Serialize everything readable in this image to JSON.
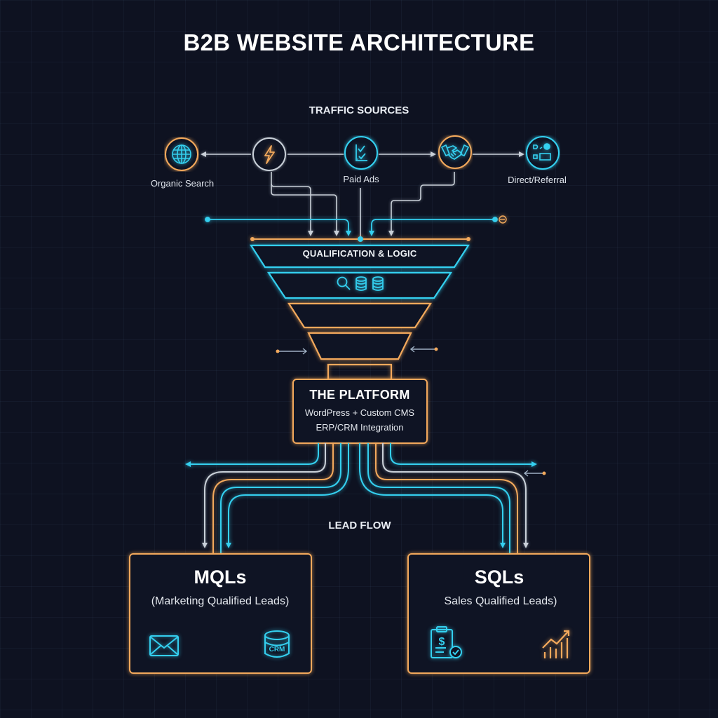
{
  "title": "B2B WEBSITE ARCHITECTURE",
  "traffic": {
    "heading": "TRAFFIC SOURCES",
    "sources": [
      {
        "label": "Organic Search",
        "icon": "globe-icon"
      },
      {
        "label": "",
        "icon": "lightning-icon"
      },
      {
        "label": "Paid Ads",
        "icon": "checklist-icon"
      },
      {
        "label": "",
        "icon": "handshake-icon"
      },
      {
        "label": "Direct/Referral",
        "icon": "referral-shapes-icon"
      }
    ]
  },
  "funnel": {
    "layers": [
      {
        "label": "QUALIFICATION & LOGIC"
      },
      {
        "label": "",
        "icons": [
          "search-icon",
          "database-icon",
          "database-icon"
        ]
      },
      {
        "label": ""
      },
      {
        "label": ""
      }
    ]
  },
  "platform": {
    "title": "THE PLATFORM",
    "line1": "WordPress + Custom CMS",
    "line2": "ERP/CRM Integration"
  },
  "lead_flow": {
    "heading": "LEAD FLOW"
  },
  "outputs": {
    "mql": {
      "title": "MQLs",
      "subtitle": "(Marketing Qualified Leads)",
      "icons": [
        "envelope-icon",
        "crm-database-icon"
      ],
      "crm_text": "CRM"
    },
    "sql": {
      "title": "SQLs",
      "subtitle": "Sales Qualified Leads)",
      "icons": [
        "clipboard-dollar-check-icon",
        "growth-chart-icon"
      ]
    }
  },
  "colors": {
    "background": "#0e1221",
    "cyan": "#34d0f0",
    "orange": "#f3a95c",
    "gray": "#c9d0d8",
    "text": "#f2f4f8"
  }
}
